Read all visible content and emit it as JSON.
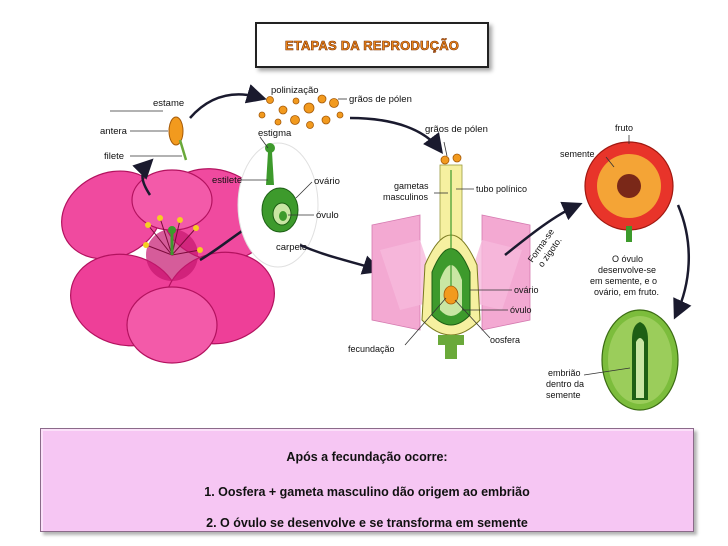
{
  "title": "ETAPAS DA REPRODUÇÃO",
  "labels": {
    "estame": "estame",
    "antera": "antera",
    "filete": "filete",
    "polinizacao": "polinização",
    "graos_polen_top": "grãos de pólen",
    "estigma": "estigma",
    "estilete": "estilete",
    "ovario_carpel": "ovário",
    "ovulo_carpel": "óvulo",
    "carpelo": "carpelo",
    "graos_polen_mid": "grãos de pólen",
    "gametas_1": "gametas",
    "gametas_2": "masculinos",
    "tubo_polinico": "tubo polínico",
    "ovario_mid": "ovário",
    "ovulo_mid": "óvulo",
    "oosfera": "oosfera",
    "fecundacao": "fecundação",
    "fruto": "fruto",
    "semente": "semente",
    "zigoto_1": "Forma-se",
    "zigoto_2": "o zigoto.",
    "ovulo_desenvolve_1": "O óvulo",
    "ovulo_desenvolve_2": "desenvolve-se",
    "ovulo_desenvolve_3": "em semente, e o",
    "ovulo_desenvolve_4": "ovário, em fruto.",
    "embriao_1": "embrião",
    "embriao_2": "dentro da",
    "embriao_3": "semente"
  },
  "info": {
    "heading": "Após a fecundação ocorre:",
    "line1": "1. Oosfera + gameta masculino dão origem ao embrião",
    "line2": "2. O óvulo se desenvolve e se transforma em semente"
  },
  "colors": {
    "petal": "#ee3f98",
    "petal_dark": "#c4176f",
    "pollen": "#f29a1e",
    "carpel_green": "#3d9a2c",
    "pink_tissue": "#f3a9d2",
    "fruit_red": "#e8342a",
    "seed_green": "#7cbd3c",
    "info_bg": "#f6c6f3",
    "title_orange": "#f08a1c"
  }
}
